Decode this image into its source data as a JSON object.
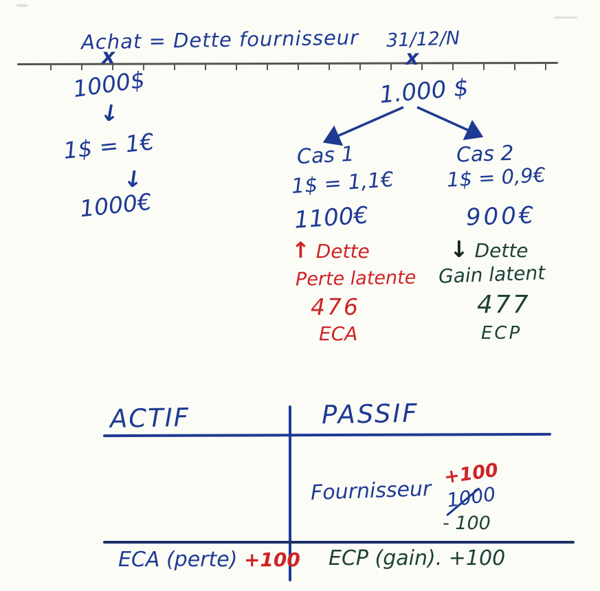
{
  "header": {
    "title": "Achat = Dette fournisseur",
    "date": "31/12/N",
    "marker_left": "x",
    "marker_right": "x"
  },
  "purchase_flow": {
    "amount_usd": "1000$",
    "arrow_down_1": "↓",
    "rate": "1$ = 1€",
    "arrow_down_2": "↓",
    "amount_eur": "1000€"
  },
  "closing": {
    "amount": "1.000 $",
    "cas1": {
      "title": "Cas 1",
      "rate": "1$ = 1,1€",
      "amount": "1100€",
      "arrow": "↑",
      "impact": "Dette",
      "result": "Perte latente",
      "account": "476",
      "code": "ECA"
    },
    "cas2": {
      "title": "Cas 2",
      "rate": "1$ = 0,9€",
      "amount": "900€",
      "arrow": "↓",
      "impact": "Dette",
      "result": "Gain latent",
      "account": "477",
      "code": "ECP"
    }
  },
  "balance_sheet": {
    "actif_header": "ACTIF",
    "passif_header": "PASSIF",
    "fournisseur": {
      "label": "Fournisseur",
      "increase": "+100",
      "original": "1000",
      "decrease": "- 100"
    },
    "eca_row": {
      "label": "ECA (perte)",
      "value": "+100"
    },
    "ecp_row": {
      "label": "ECP (gain).",
      "value": "+100"
    }
  },
  "colors": {
    "ink_blue": "#1e3a93",
    "ink_red": "#cd2424",
    "ink_green": "#1d4136",
    "line_gray": "#56544b"
  }
}
